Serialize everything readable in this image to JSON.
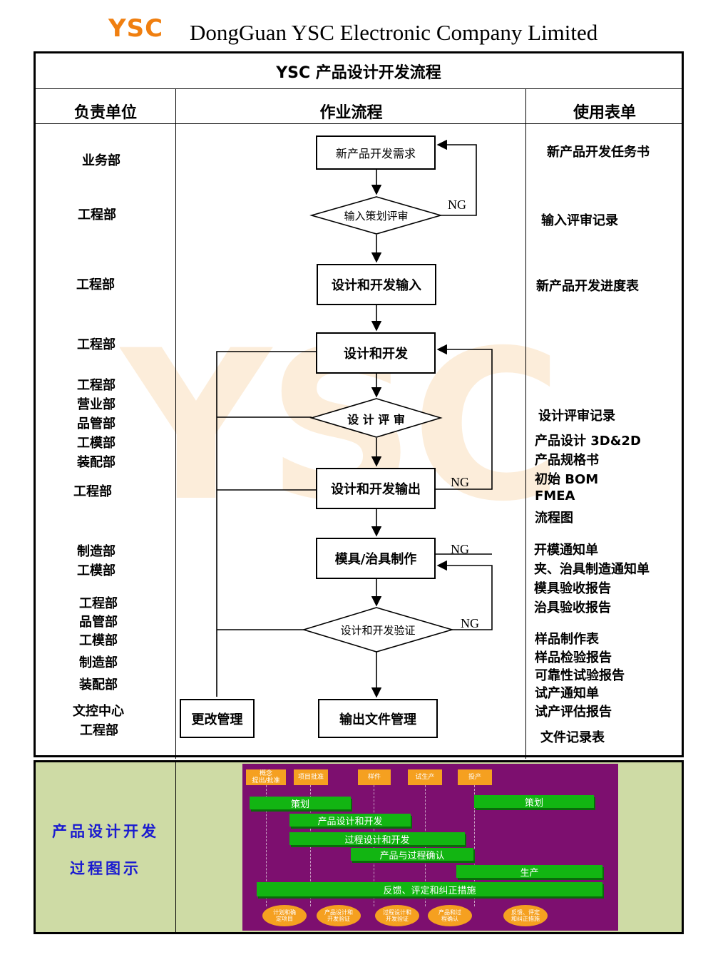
{
  "header": {
    "logo": "YSC",
    "company": "DongGuan YSC Electronic Company Limited"
  },
  "doc_title": "YSC 产品设计开发流程",
  "watermark": "YSC",
  "columns": {
    "dept": "负责单位",
    "flow": "作业流程",
    "forms": "使用表单"
  },
  "departments": {
    "d1": "业务部",
    "d2": "工程部",
    "d3": "工程部",
    "d4": "工程部",
    "d5": [
      "工程部",
      "营业部",
      "品管部",
      "工模部",
      "装配部"
    ],
    "d6": "工程部",
    "d7": [
      "制造部",
      "工模部"
    ],
    "d8": [
      "工程部",
      "品管部",
      "工模部",
      "制造部",
      "装配部"
    ],
    "d9": [
      "文控中心",
      "工程部"
    ]
  },
  "forms": {
    "f1": "新产品开发任务书",
    "f2": "输入评审记录",
    "f3": "新产品开发进度表",
    "f4": "设计评审记录",
    "f5": [
      "产品设计 3D&2D",
      "产品规格书",
      "初始 BOM",
      "FMEA",
      "流程图"
    ],
    "f6": [
      "开模通知单",
      "夹、治具制造通知单",
      "模具验收报告",
      "治具验收报告"
    ],
    "f7": [
      "样品制作表",
      "样品检验报告",
      "可靠性试验报告",
      "试产通知单",
      "试产评估报告"
    ],
    "f8": "文件记录表"
  },
  "flow": {
    "new_demand": "新产品开发需求",
    "input_review": "输入策划评审",
    "design_input": "设计和开发输入",
    "design_dev": "设计和开发",
    "design_review": "设 计 评 审",
    "design_output": "设计和开发输出",
    "mold_make": "模具/治具制作",
    "verify": "设计和开发验证",
    "change_mgmt": "更改管理",
    "output_docs": "输出文件管理",
    "ng": "NG"
  },
  "process_section": {
    "label_line1": "产品设计开发",
    "label_line2": "过程图示",
    "milestones": [
      "概念\n提出/批准",
      "项目批准",
      "样件",
      "试生产",
      "投产"
    ],
    "bars": {
      "plan_left": "策划",
      "plan_right": "策划",
      "product_design": "产品设计和开发",
      "process_design": "过程设计和开发",
      "validation": "产品与过程确认",
      "production": "生产",
      "feedback": "反馈、评定和纠正措施"
    },
    "ovals": [
      "计划和确\n定项目",
      "产品设计和\n开发验证",
      "过程设计和\n开发验证",
      "产品和过\n程确认",
      "反馈、评定\n和纠正措施"
    ]
  },
  "colors": {
    "logo": "#f07f10",
    "watermark": "#f7c88c",
    "bottom_bg": "#cedba5",
    "gantt_bg": "#7d0f6f",
    "gantt_bar": "#12b512",
    "milestone": "#f5a020",
    "label_blue": "#1a1ad0"
  }
}
